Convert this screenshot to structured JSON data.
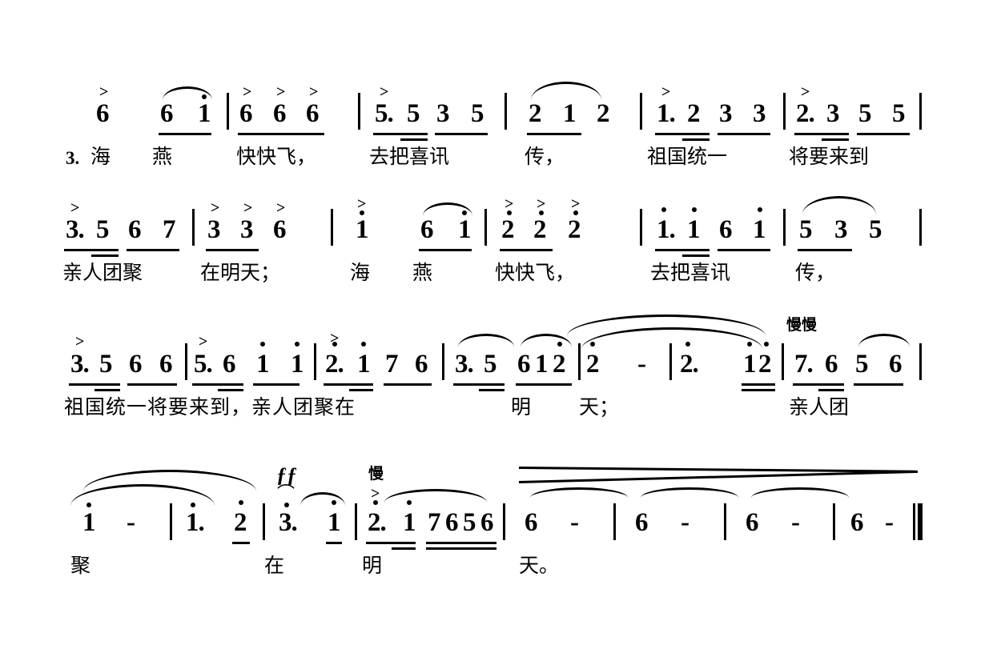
{
  "document": {
    "type": "jianpu-numbered-musical-notation",
    "verse_number": "3.",
    "ink_color": "#000000",
    "background_color": "#ffffff"
  },
  "expression_marks": {
    "slow1": "慢慢",
    "slow2": "慢",
    "ff": "ƒƒ",
    "accent": ">",
    "fermata": "͡",
    "dash": "—"
  },
  "systems": [
    {
      "id": "system-1",
      "notes": "6  6i | 666 | 5.535 | 212 | 1.233 | 2.355",
      "lyrics": "3.海 燕  快快飞， 去把喜讯 传，   祖国统一 将要来到",
      "measures": [
        {
          "notes": [
            "6",
            "6",
            "i"
          ],
          "lyric": "海 燕"
        },
        {
          "notes": [
            "6",
            "6",
            "6"
          ],
          "lyric": "快快飞，"
        },
        {
          "notes": [
            "5.",
            "5",
            "3",
            "5"
          ],
          "lyric": "去把喜讯"
        },
        {
          "notes": [
            "2",
            "1",
            "2"
          ],
          "lyric": "传，"
        },
        {
          "notes": [
            "1.",
            "2",
            "3",
            "3"
          ],
          "lyric": "祖国统一"
        },
        {
          "notes": [
            "2.",
            "3",
            "5",
            "5"
          ],
          "lyric": "将要来到"
        }
      ]
    },
    {
      "id": "system-2",
      "notes": "3.567 | 336 | i 6i | 222 | 1.161 | 535",
      "lyrics": "亲人团聚 在明天； 海 燕  快快飞， 去把喜讯 传，",
      "measures": [
        {
          "notes": [
            "3.",
            "5",
            "6",
            "7"
          ],
          "lyric": "亲人团聚"
        },
        {
          "notes": [
            "3",
            "3",
            "6"
          ],
          "lyric": "在明天；"
        },
        {
          "notes": [
            "i",
            "6",
            "i"
          ],
          "lyric": "海 燕"
        },
        {
          "notes": [
            "2",
            "2",
            "2"
          ],
          "lyric": "快快飞，"
        },
        {
          "notes": [
            "1.",
            "1",
            "6",
            "1"
          ],
          "lyric": "去把喜讯"
        },
        {
          "notes": [
            "5",
            "3",
            "5"
          ],
          "lyric": "传，"
        }
      ]
    },
    {
      "id": "system-3",
      "notes": "3.566 | 5.6 i i | 2.1 76 | 3.5 612 | 2 - | 2. 12 | 7.6 5 6",
      "lyrics": "祖国统一将要来到，亲人团聚在 明 天；    亲人团",
      "measures": [
        {
          "notes": [
            "3.",
            "5",
            "6",
            "6"
          ],
          "lyric": "祖国统一"
        },
        {
          "notes": [
            "5.",
            "6",
            "i",
            "i"
          ],
          "lyric": "将要来到，"
        },
        {
          "notes": [
            "2.",
            "i",
            "7",
            "6"
          ],
          "lyric": "亲人团聚"
        },
        {
          "notes": [
            "3.",
            "5",
            "6",
            "1",
            "2"
          ],
          "lyric": "在 明"
        },
        {
          "notes": [
            "2",
            "-"
          ],
          "lyric": "天；"
        },
        {
          "notes": [
            "2.",
            "1",
            "2"
          ],
          "lyric": ""
        },
        {
          "notes": [
            "7.",
            "6",
            "5",
            "6"
          ],
          "lyric": "亲人团"
        }
      ]
    },
    {
      "id": "system-4",
      "notes": "i - | 1. 2 | 3. i | 2.1 7656 | 6 - | 6 - | 6 - | 6 -",
      "lyrics": "聚    在 明   天。",
      "measures": [
        {
          "notes": [
            "i",
            "-"
          ],
          "lyric": "聚"
        },
        {
          "notes": [
            "1.",
            "2"
          ],
          "lyric": ""
        },
        {
          "notes": [
            "3.",
            "i"
          ],
          "lyric": "在"
        },
        {
          "notes": [
            "2.",
            "1",
            "7",
            "6",
            "5",
            "6"
          ],
          "lyric": "明   天。"
        },
        {
          "notes": [
            "6",
            "-"
          ],
          "lyric": ""
        },
        {
          "notes": [
            "6",
            "-"
          ],
          "lyric": ""
        },
        {
          "notes": [
            "6",
            "-"
          ],
          "lyric": ""
        },
        {
          "notes": [
            "6",
            "-"
          ],
          "lyric": ""
        }
      ]
    }
  ],
  "s1": {
    "n1": "6",
    "n2": "6",
    "n3": "1",
    "n4": "6",
    "n5": "6",
    "n6": "6",
    "n7": "5.",
    "n8": "5",
    "n9": "3",
    "n10": "5",
    "n11": "2",
    "n12": "1",
    "n13": "2",
    "n14": "1.",
    "n15": "2",
    "n16": "3",
    "n17": "3",
    "n18": "2.",
    "n19": "3",
    "n20": "5",
    "n21": "5",
    "l_verse": "3.",
    "l1": "海",
    "l2": "燕",
    "l3": "快快飞，",
    "l4": "去把喜讯",
    "l5": "传，",
    "l6": "祖国统一",
    "l7": "将要来到"
  },
  "s2": {
    "n1": "3.",
    "n2": "5",
    "n3": "6",
    "n4": "7",
    "n5": "3",
    "n6": "3",
    "n7": "6",
    "n8": "1",
    "n9": "6",
    "n10": "1",
    "n11": "2",
    "n12": "2",
    "n13": "2",
    "n14": "1.",
    "n15": "1",
    "n16": "6",
    "n17": "1",
    "n18": "5",
    "n19": "3",
    "n20": "5",
    "l1": "亲人团聚",
    "l2": "在明天；",
    "l3": "海",
    "l4": "燕",
    "l5": "快快飞，",
    "l6": "去把喜讯",
    "l7": "传，"
  },
  "s3": {
    "n1": "3.",
    "n2": "5",
    "n3": "6",
    "n4": "6",
    "n5": "5.",
    "n6": "6",
    "n7": "1",
    "n8": "1",
    "n9": "2.",
    "n10": "1",
    "n11": "7",
    "n12": "6",
    "n13": "3.",
    "n14": "5",
    "n15": "6",
    "n16": "1",
    "n17": "2",
    "n18": "2",
    "n19": "-",
    "n20": "2.",
    "n21": "1",
    "n22": "2",
    "n23": "7.",
    "n24": "6",
    "n25": "5",
    "n26": "6",
    "mark": "慢慢",
    "l1": "祖国统一将要来到，亲人团聚在",
    "l2": "明",
    "l3": "天；",
    "l4": "亲人团"
  },
  "s4": {
    "n1": "1",
    "n2": "-",
    "n3": "1.",
    "n4": "2",
    "n5": "3.",
    "n6": "1",
    "n7": "2.",
    "n8": "1",
    "n9": "7",
    "n10": "6",
    "n11": "5",
    "n12": "6",
    "n13": "6",
    "n14": "-",
    "n15": "6",
    "n16": "-",
    "n17": "6",
    "n18": "-",
    "n19": "6",
    "n20": "-",
    "dyn": "ƒƒ",
    "mark": "慢",
    "l1": "聚",
    "l2": "在",
    "l3": "明",
    "l4": "天。"
  }
}
